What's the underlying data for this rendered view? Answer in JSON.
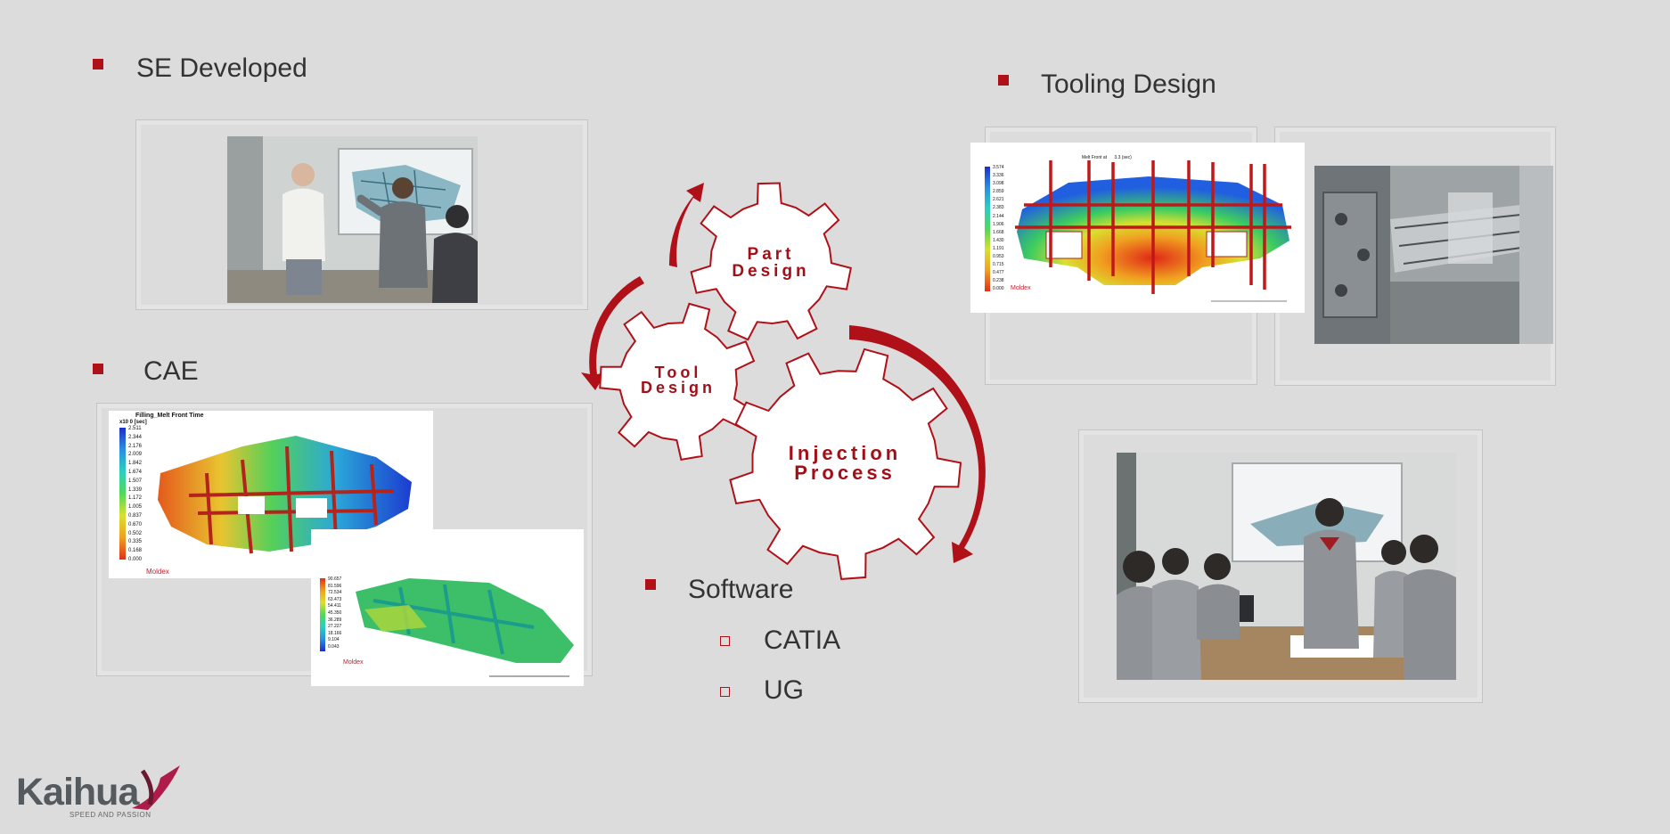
{
  "sections": {
    "se": {
      "label": "SE Developed"
    },
    "cae": {
      "label": "CAE"
    },
    "tooling": {
      "label": "Tooling Design"
    },
    "software": {
      "label": "Software",
      "items": [
        "CATIA",
        "UG"
      ]
    }
  },
  "gears": {
    "part": {
      "line1": "Part",
      "line2": "Design"
    },
    "tool": {
      "line1": "Tool",
      "line2": "Design"
    },
    "injection": {
      "line1": "Injection",
      "line2": "Process"
    }
  },
  "cae_images": {
    "filling": {
      "title": "Filling_Melt Front Time",
      "unit": "x10  0  [sec]",
      "legend": [
        "2.511",
        "2.344",
        "2.176",
        "2.009",
        "1.842",
        "1.674",
        "1.507",
        "1.339",
        "1.172",
        "1.005",
        "0.837",
        "0.670",
        "0.502",
        "0.335",
        "0.168",
        "0.000"
      ],
      "brand": "Moldex"
    },
    "second": {
      "legend": [
        "90.657",
        "81.596",
        "72.534",
        "63.473",
        "54.411",
        "45.350",
        "36.289",
        "27.227",
        "18.166",
        "9.104",
        "0.043"
      ],
      "brand": "Moldex"
    }
  },
  "tooling_image": {
    "title": "Melt Front at      3.3 (sec)",
    "legend": [
      "3.574",
      "3.336",
      "3.098",
      "2.859",
      "2.621",
      "2.383",
      "2.144",
      "1.906",
      "1.668",
      "1.430",
      "1.191",
      "0.953",
      "0.715",
      "0.477",
      "0.238",
      "0.000"
    ],
    "brand": "Moldex"
  },
  "logo": {
    "name": "Kaihua",
    "tagline": "SPEED AND PASSION"
  },
  "colors": {
    "accent": "#b01018",
    "background": "#dcdcdc",
    "text": "#333333"
  }
}
